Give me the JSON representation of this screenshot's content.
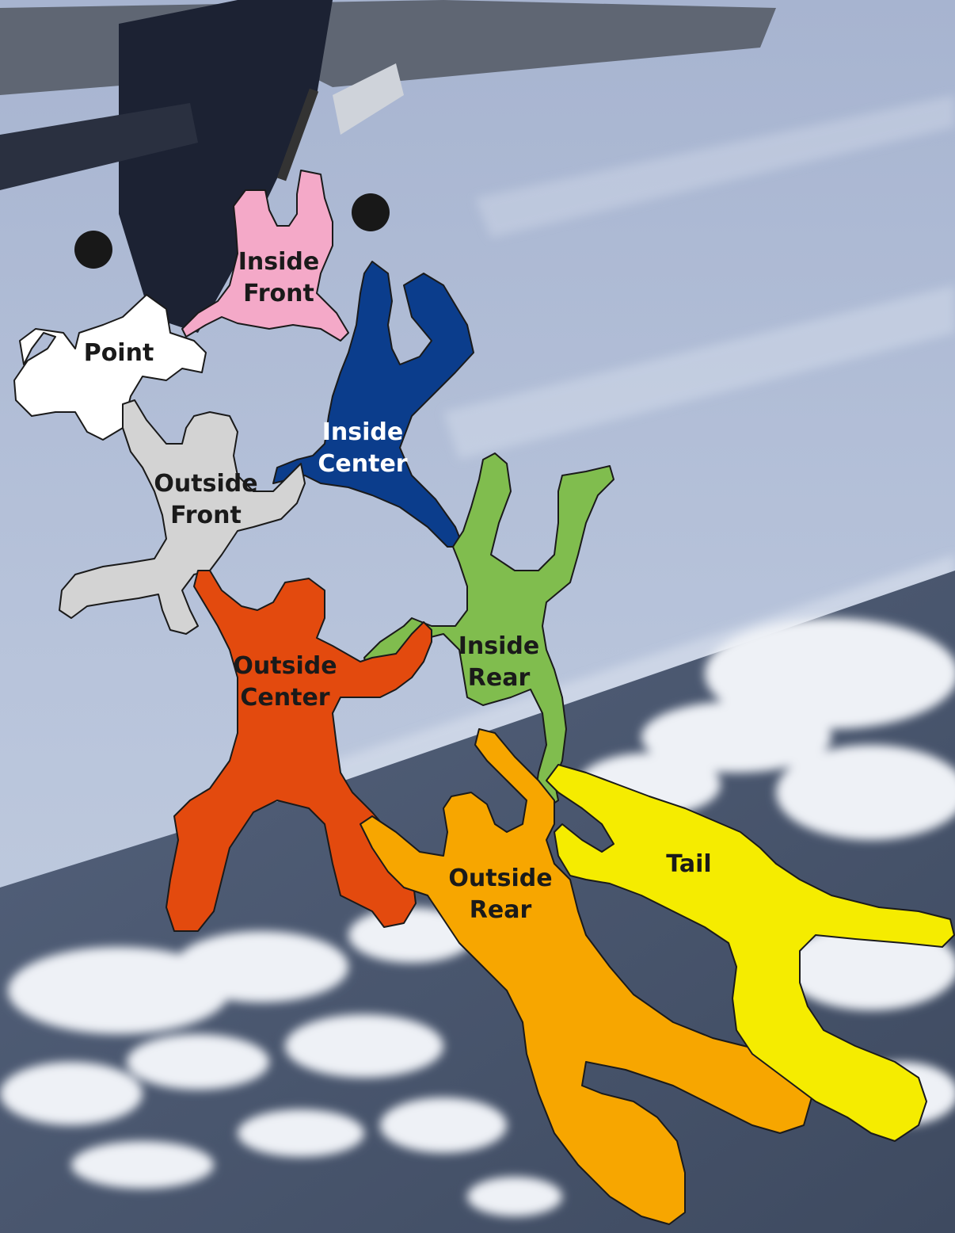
{
  "slots": [
    {
      "id": "point",
      "color": "#ffffff",
      "label_color": "#1a1a1a",
      "lines": [
        "Point"
      ]
    },
    {
      "id": "inside-front",
      "color": "#f4a9c8",
      "label_color": "#1a1a1a",
      "lines": [
        "Inside",
        "Front"
      ]
    },
    {
      "id": "inside-center",
      "color": "#0b3d8c",
      "label_color": "#ffffff",
      "lines": [
        "Inside",
        "Center"
      ]
    },
    {
      "id": "outside-front",
      "color": "#d3d3d3",
      "label_color": "#1a1a1a",
      "lines": [
        "Outside",
        "Front"
      ]
    },
    {
      "id": "inside-rear",
      "color": "#80bd4e",
      "label_color": "#1a1a1a",
      "lines": [
        "Inside",
        "Rear"
      ]
    },
    {
      "id": "outside-center",
      "color": "#e34a0e",
      "label_color": "#1a1a1a",
      "lines": [
        "Outside",
        "Center"
      ]
    },
    {
      "id": "outside-rear",
      "color": "#f7a600",
      "label_color": "#1a1a1a",
      "lines": [
        "Outside",
        "Rear"
      ]
    },
    {
      "id": "tail",
      "color": "#f5ec00",
      "label_color": "#1a1a1a",
      "lines": [
        "Tail"
      ]
    }
  ],
  "background": {
    "sky_top": "#aebbd6",
    "sky_bottom": "#b9c7dc",
    "cloud_color": "#f2f4f8",
    "ground_color": "#4b5a74",
    "aircraft_color": "#1c2233"
  }
}
